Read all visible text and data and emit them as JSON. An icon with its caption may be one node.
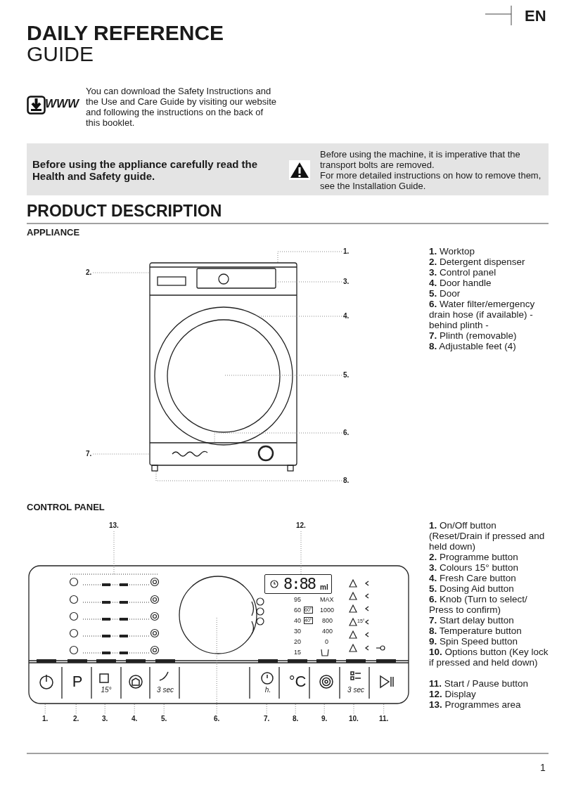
{
  "diagram": {
    "title": "**DAILY REFERENCE** GUIDE",
    "nodes": [
      {
        "text": [
          "1."
        ]
      },
      {
        "text": [
          "2."
        ]
      },
      {
        "text": [
          "3."
        ]
      },
      {
        "text": [
          "4."
        ]
      },
      {
        "text": [
          "5."
        ]
      },
      {
        "text": [
          "6."
        ]
      },
      {
        "text": [
          "7."
        ]
      },
      {
        "text": [
          "8."
        ]
      },
      {
        "text": [
          "13."
        ]
      },
      {
        "text": [
          "12."
        ]
      },
      {
        "text": [
          "1."
        ]
      },
      {
        "text": [
          "2."
        ]
      },
      {
        "text": [
          "3."
        ]
      },
      {
        "text": [
          "4."
        ]
      },
      {
        "text": [
          "5."
        ]
      },
      {
        "text": [
          "6."
        ]
      },
      {
        "text": [
          "7."
        ]
      },
      {
        "text": [
          "8."
        ]
      },
      {
        "text": [
          "9."
        ]
      },
      {
        "text": [
          "10."
        ]
      },
      {
        "text": [
          "11."
        ]
      },
      {
        "text": [],
        "shape": "picture"
      },
      {
        "text": [],
        "shape": "picture"
      },
      {
        "text": [
          "8:88",
          "ml"
        ],
        "in": 22
      }
    ],
    "edges": [
      {
        "from": 0,
        "to": 21,
        "arrow": "none"
      },
      {
        "from": 1,
        "to": 21,
        "arrow": "none"
      },
      {
        "from": 2,
        "to": 21,
        "arrow": "none"
      },
      {
        "from": 3,
        "to": 21,
        "arrow": "none"
      },
      {
        "from": 4,
        "to": 21,
        "arrow": "none"
      },
      {
        "from": 5,
        "to": 21,
        "arrow": "none"
      },
      {
        "from": 6,
        "to": 21,
        "arrow": "none"
      },
      {
        "from": 7,
        "to": 21,
        "arrow": "none"
      },
      {
        "from": 8,
        "to": 22,
        "arrow": "none"
      },
      {
        "from": 9,
        "to": 23,
        "arrow": "none"
      },
      {
        "from": 10,
        "to": 22,
        "arrow": "none"
      },
      {
        "from": 11,
        "to": 22,
        "arrow": "none"
      },
      {
        "from": 12,
        "to": 22,
        "arrow": "none"
      },
      {
        "from": 13,
        "to": 22,
        "arrow": "none"
      },
      {
        "from": 14,
        "to": 22,
        "arrow": "none"
      },
      {
        "from": 15,
        "to": 22,
        "arrow": "none"
      },
      {
        "from": 16,
        "to": 22,
        "arrow": "none"
      },
      {
        "from": 17,
        "to": 22,
        "arrow": "none"
      },
      {
        "from": 18,
        "to": 22,
        "arrow": "none"
      },
      {
        "from": 19,
        "to": 22,
        "arrow": "none"
      },
      {
        "from": 20,
        "to": 22,
        "arrow": "none"
      }
    ],
    "labels": [
      "EN",
      "WWW",
      "You can download the Safety Instructions and the Use and Care Guide by visiting our website and following the instructions on the back of this booklet.",
      "Before using the appliance carefully read the Health and Safety guide.",
      "Before using the machine, it is imperative that the transport bolts are removed.",
      "For more detailed instructions on how to remove them, see the Installation Guide.",
      "PRODUCT DESCRIPTION",
      "APPLIANCE",
      "**1.** Worktop",
      "**2.** Detergent dispenser",
      "**3.** Control panel",
      "**4.** Door handle",
      "**5.** Door",
      "**6.** Water filter/emergency drain hose (if available) - behind plinth -",
      "**7.** Plinth (removable)",
      "**8.** Adjustable feet (4)",
      "CONTROL PANEL",
      "**1.** On/Off button (Reset/Drain if pressed and held down)",
      "**2.** Programme button",
      "**3.** Colours 15° button",
      "**4.** Fresh Care button",
      "**5.** Dosing Aid button",
      "**6.** Knob (Turn to select/ Press to confirm)",
      "**7.** Start delay button",
      "**8.** Temperature button",
      "**9.** Spin Speed button",
      "**10.** Options button (Key lock if pressed and held down)",
      "**11.** Start / Pause button",
      "**12.** Display",
      "**13.** Programmes area",
      "95",
      "MAX",
      "60",
      "60°",
      "1000",
      "40",
      "40°",
      "800",
      "30",
      "400",
      "20",
      "0",
      "15",
      "15°",
      "P",
      "15°",
      "3 sec",
      "h.",
      "°C",
      "3 sec",
      "1"
    ]
  }
}
